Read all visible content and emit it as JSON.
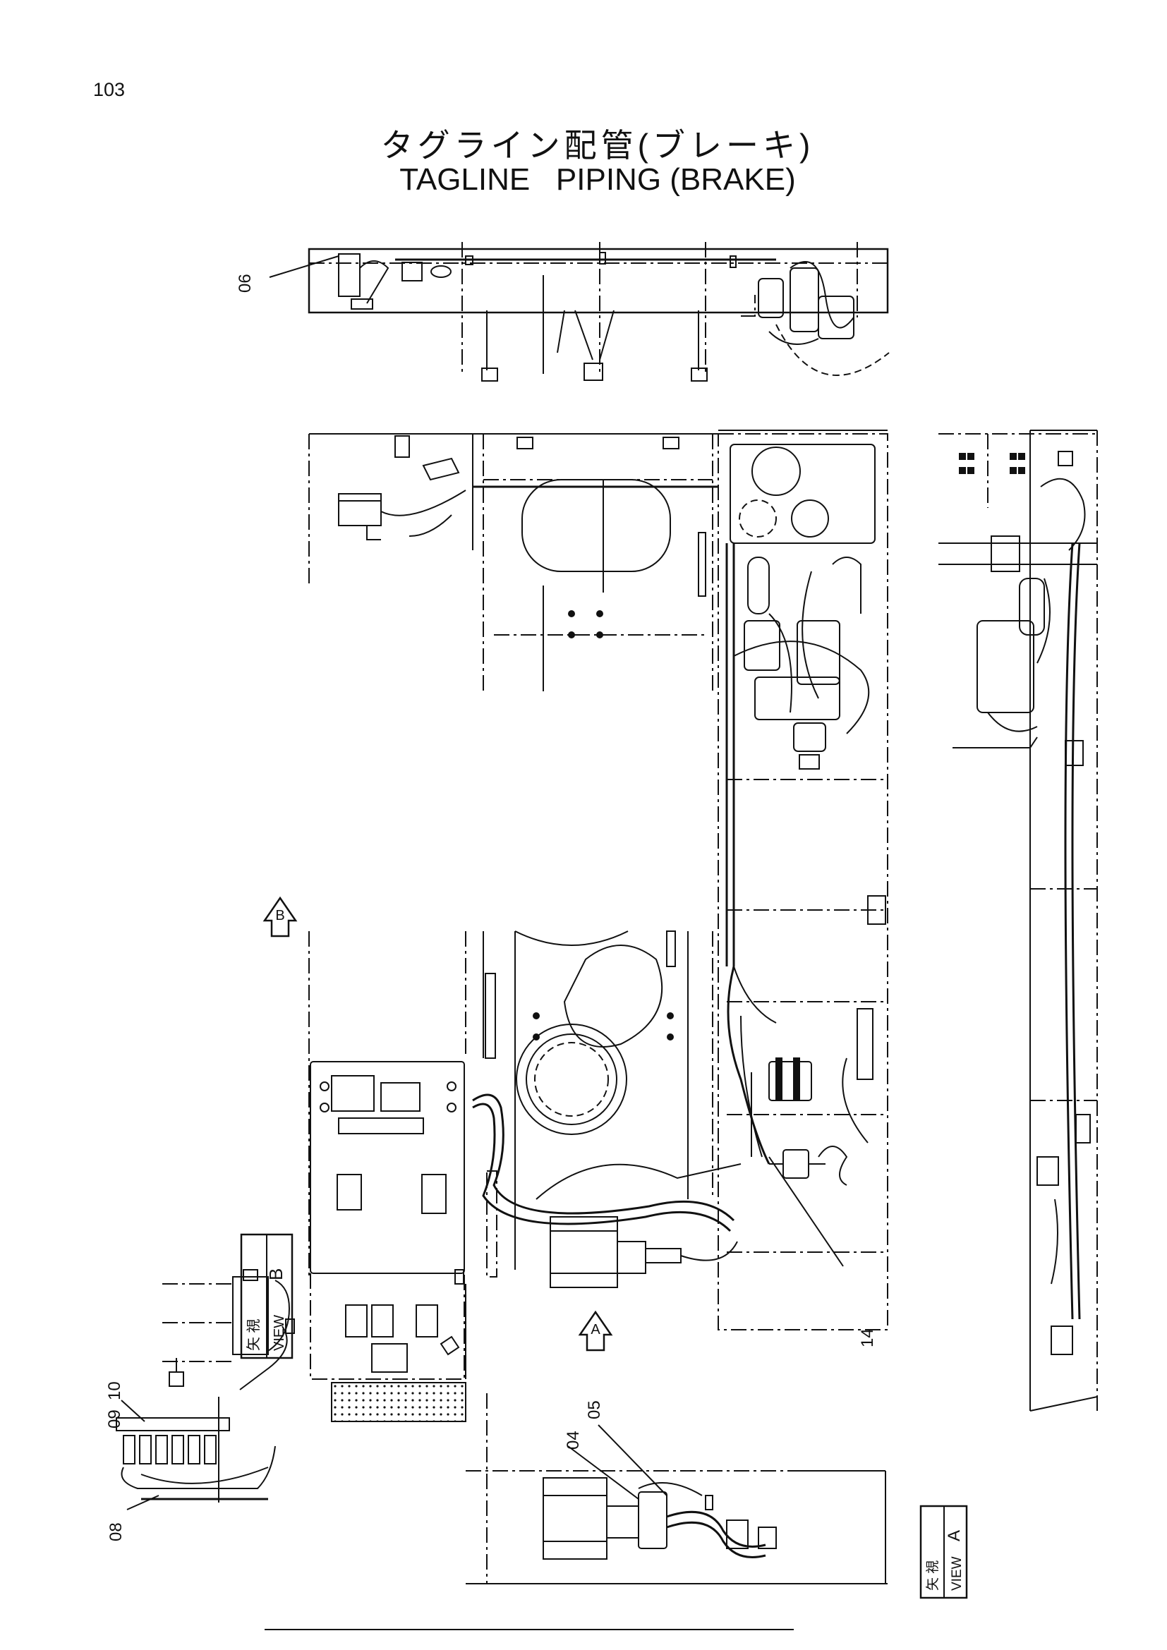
{
  "page_number": "103",
  "title_jp": "タグライン配管(ブレーキ)",
  "title_en": "TAGLINE   PIPING (BRAKE)",
  "callouts": {
    "c06": "06",
    "c14": "14",
    "c10": "10",
    "c09": "09",
    "c08": "08",
    "c04": "04",
    "c05": "05"
  },
  "view_boxes": {
    "view_b": {
      "jp": "矢 視",
      "en": "VIEW",
      "letter": "B"
    },
    "view_a": {
      "jp": "矢 視",
      "en": "VIEW",
      "letter": "A"
    }
  },
  "view_arrows": {
    "arrow_b": "B",
    "arrow_a": "A"
  }
}
